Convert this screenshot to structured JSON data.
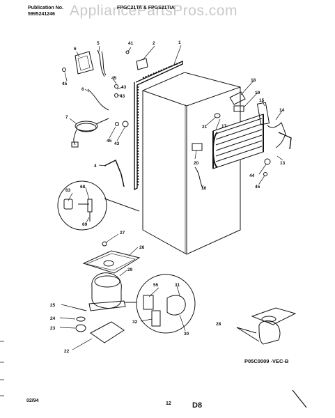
{
  "watermark": "AppliancePartsPros.com",
  "header": {
    "publication_label": "Publication No.",
    "publication_number": "5995241246",
    "models": "FPGC21TA & FPGS21TIA"
  },
  "drawing_code": "P05C0009 -VEC-B",
  "footer": {
    "date": "02/94",
    "page": "12",
    "section": "D8"
  },
  "part_labels": [
    "6",
    "5",
    "41",
    "2",
    "1",
    "45",
    "6",
    "45",
    "43",
    "43",
    "7",
    "45",
    "43",
    "4",
    "18",
    "19",
    "15",
    "14",
    "21",
    "17",
    "20",
    "13",
    "44",
    "45",
    "16",
    "63",
    "68",
    "69",
    "27",
    "26",
    "29",
    "25",
    "24",
    "23",
    "22",
    "55",
    "31",
    "32",
    "30",
    "28"
  ]
}
